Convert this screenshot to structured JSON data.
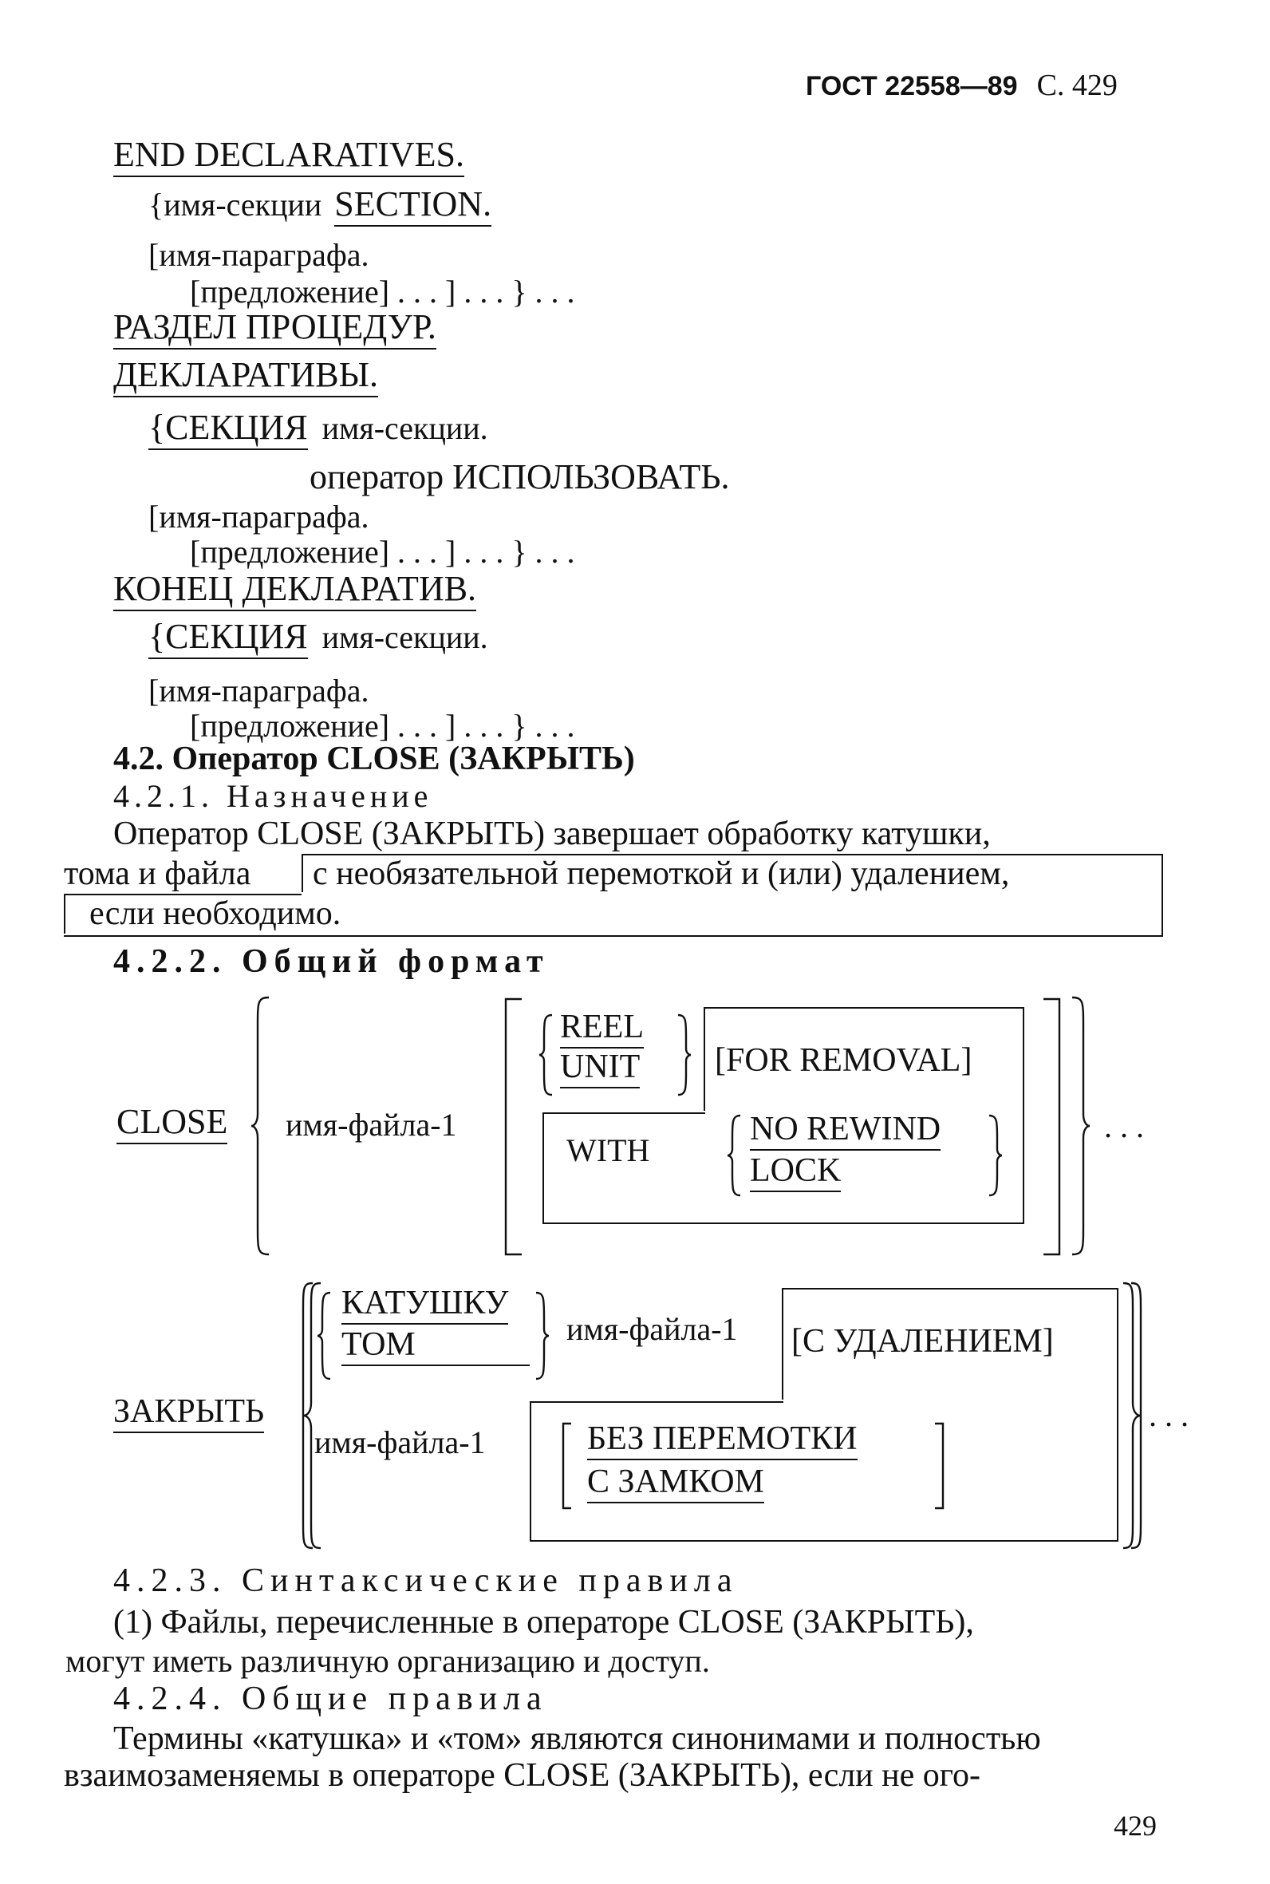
{
  "header": {
    "gost": "ГОСТ 22558—89",
    "page_ref": "С. 429"
  },
  "lines": {
    "l01": "END DECLARATIVES.",
    "l02a": "{имя-секции",
    "l02b": "SECTION.",
    "l03": "[имя-параграфа.",
    "l04": "[предложение] . . . ] . . . } . . .",
    "l05": "РАЗДЕЛ ПРОЦЕДУР.",
    "l06": "ДЕКЛАРАТИВЫ.",
    "l07a": "{СЕКЦИЯ",
    "l07b": "имя-секции.",
    "l08": "оператор ИСПОЛЬЗОВАТЬ.",
    "l09": "[имя-параграфа.",
    "l10": "[предложение] . . . ] . . . } . . .",
    "l11": "КОНЕЦ ДЕКЛАРАТИВ.",
    "l12a": "{СЕКЦИЯ",
    "l12b": "имя-секции.",
    "l13": "[имя-параграфа.",
    "l14": "[предложение] . . . ] . . . } . . ."
  },
  "section": {
    "title": "4.2. Оператор CLOSE (ЗАКРЫТЬ)",
    "s421": "4.2.1. Назначение",
    "p1_line1": "Оператор CLOSE (ЗАКРЫТЬ) завершает обработку катушки,",
    "p1_line2a": "тома и файла",
    "p1_line2b": "с необязательной перемоткой и (или) удалением,",
    "p1_line3": "если необходимо.",
    "s422": "4.2.2. Общий формат"
  },
  "format_en": {
    "close": "CLOSE",
    "file": "имя-файла-1",
    "reel": "REEL",
    "unit": "UNIT",
    "for_removal": "[FOR REMOVAL]",
    "with": "WITH",
    "no_rewind": "NO REWIND",
    "lock": "LOCK",
    "dots": ". . ."
  },
  "format_ru": {
    "close": "ЗАКРЫТЬ",
    "katushku": "КАТУШКУ",
    "tom": "ТОМ",
    "file": "имя-файла-1",
    "removal": "[С УДАЛЕНИЕМ]",
    "file2": "имя-файла-1",
    "no_rewind": "БЕЗ ПЕРЕМОТКИ",
    "lock": "С ЗАМКОМ",
    "dots": ". . ."
  },
  "rules": {
    "s423": "4.2.3. Синтаксические правила",
    "r1_line1": "(1) Файлы, перечисленные в операторе  CLOSE (ЗАКРЫТЬ),",
    "r1_line2": "могут иметь различную организацию и доступ.",
    "s424": "4.2.4. Общие правила",
    "g1_line1": "Термины «катушка» и «том» являются синонимами и полностью",
    "g1_line2": "взаимозаменяемы в операторе CLOSE (ЗАКРЫТЬ), если не ого-"
  },
  "footer": {
    "page_number": "429"
  }
}
